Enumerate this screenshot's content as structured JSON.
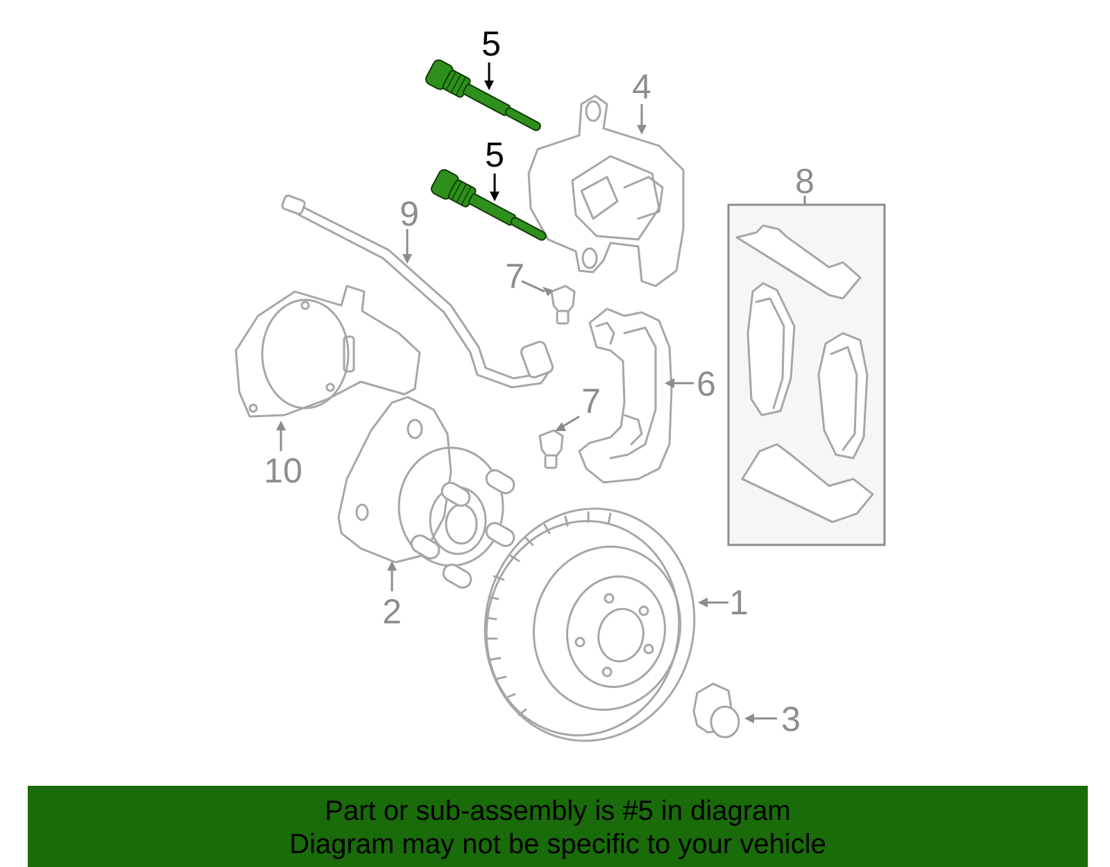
{
  "callouts": {
    "c1": "1",
    "c2": "2",
    "c3": "3",
    "c4": "4",
    "c5a": "5",
    "c5b": "5",
    "c6": "6",
    "c7a": "7",
    "c7b": "7",
    "c8": "8",
    "c9": "9",
    "c10": "10"
  },
  "highlighted_part": "5",
  "colors": {
    "highlight": "#2f8f1c",
    "caption_background": "#1a6b0a",
    "line_art": "#a6a6a6"
  },
  "caption": {
    "line1": "Part or sub-assembly is #5 in diagram",
    "line2": "Diagram may not be specific to your vehicle"
  }
}
